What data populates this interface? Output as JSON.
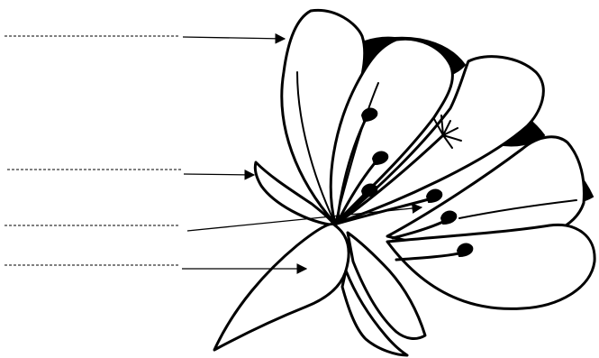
{
  "diagram": {
    "labels": [
      {
        "id": "label-1",
        "text": ""
      },
      {
        "id": "label-2",
        "text": ""
      },
      {
        "id": "label-3",
        "text": ""
      },
      {
        "id": "label-4",
        "text": ""
      }
    ]
  }
}
